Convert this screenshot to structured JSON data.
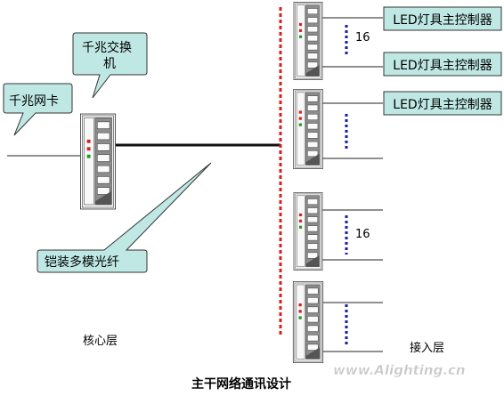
{
  "callouts": {
    "nic": "千兆网卡",
    "switch_line1": "千兆交换",
    "switch_line2": "机",
    "fiber": "铠装多模光纤"
  },
  "controllers": [
    "LED灯具主控制器",
    "LED灯具主控制器",
    "LED灯具主控制器"
  ],
  "counts": [
    "16",
    "16"
  ],
  "layers": {
    "core": "核心层",
    "access": "接入层"
  },
  "caption": "主干网络通讯设计",
  "watermark": "www.Alighting.cn",
  "colors": {
    "callout_fill": "#bfe8e4",
    "bus": "#d42020",
    "dots": "#1a1aa8",
    "led_red": "#d82020",
    "led_green": "#1a9a2a",
    "device_dark": "#3a3a3a"
  }
}
